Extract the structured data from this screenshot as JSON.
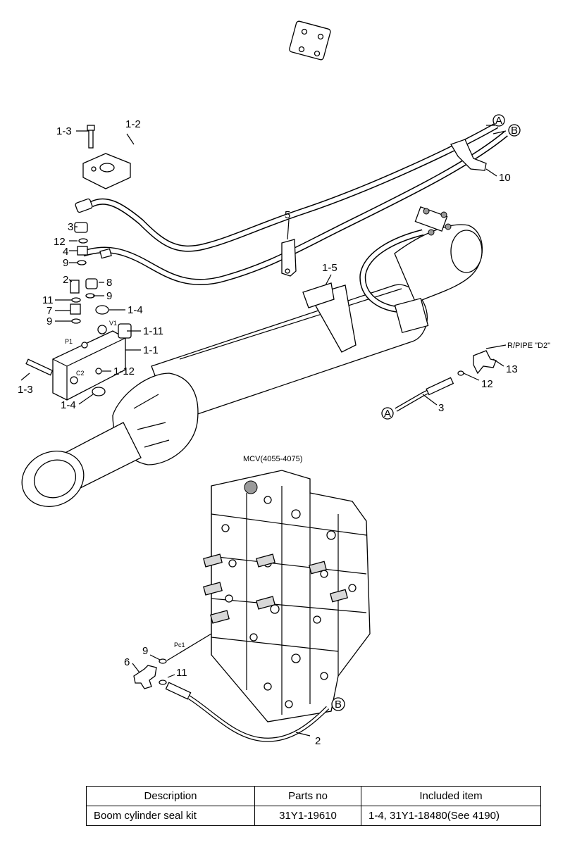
{
  "callouts": {
    "c1_3a": "1-3",
    "c1_2": "1-2",
    "c3a": "3",
    "c12a": "12",
    "c4": "4",
    "c9a": "9",
    "c2a": "2",
    "c8": "8",
    "c9b": "9",
    "c11a": "11",
    "c7": "7",
    "c1_4a": "1-4",
    "c9c": "9",
    "c1_11": "1-11",
    "c1_1": "1-1",
    "c1_3b": "1-3",
    "c1_12": "1-12",
    "c1_4b": "1-4",
    "c5": "5",
    "c1_5": "1-5",
    "c10": "10",
    "cA1": "A",
    "cB1": "B",
    "c13": "13",
    "c12b": "12",
    "c3b": "3",
    "cA2": "A",
    "c9d": "9",
    "c6": "6",
    "c11b": "11",
    "c2b": "2",
    "cB2": "B"
  },
  "annotations": {
    "rpipe": "R/PIPE \"D2\"",
    "mcv_title": "MCV(4055-4075)",
    "pc1": "Pc1",
    "port_p1": "P1",
    "port_c2": "C2",
    "port_v1": "V1"
  },
  "table": {
    "headers": [
      "Description",
      "Parts no",
      "Included item"
    ],
    "rows": [
      [
        "Boom cylinder seal kit",
        "31Y1-19610",
        "1-4, 31Y1-18480(See 4190)"
      ]
    ]
  }
}
